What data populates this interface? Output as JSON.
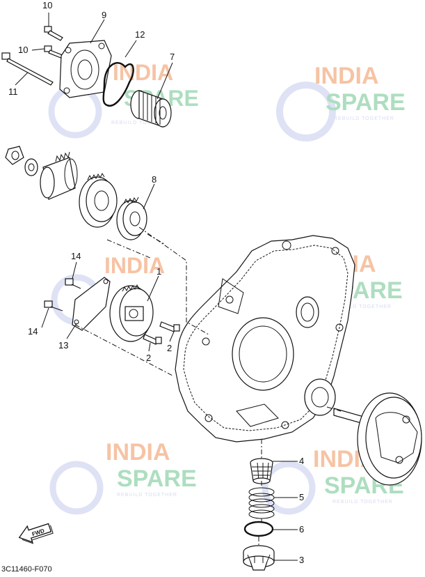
{
  "diagram": {
    "drawing_code": "3C11460-F070",
    "direction_marker": "FWD",
    "watermark": {
      "line1": "INDIA",
      "line2": "SPARE",
      "tagline": "REBUILD TOGETHER",
      "colors": {
        "india": "#f5b995",
        "spare": "#9fd9b5",
        "tagline": "#cfd4ef"
      }
    },
    "callouts": [
      {
        "id": "callout-1",
        "text": "1"
      },
      {
        "id": "callout-2a",
        "text": "2"
      },
      {
        "id": "callout-2b",
        "text": "2"
      },
      {
        "id": "callout-3",
        "text": "3"
      },
      {
        "id": "callout-4",
        "text": "4"
      },
      {
        "id": "callout-5",
        "text": "5"
      },
      {
        "id": "callout-6",
        "text": "6"
      },
      {
        "id": "callout-7",
        "text": "7"
      },
      {
        "id": "callout-8",
        "text": "8"
      },
      {
        "id": "callout-9",
        "text": "9"
      },
      {
        "id": "callout-10a",
        "text": "10"
      },
      {
        "id": "callout-10b",
        "text": "10"
      },
      {
        "id": "callout-11",
        "text": "11"
      },
      {
        "id": "callout-12",
        "text": "12"
      },
      {
        "id": "callout-13",
        "text": "13"
      },
      {
        "id": "callout-14a",
        "text": "14"
      },
      {
        "id": "callout-14b",
        "text": "14"
      }
    ]
  }
}
